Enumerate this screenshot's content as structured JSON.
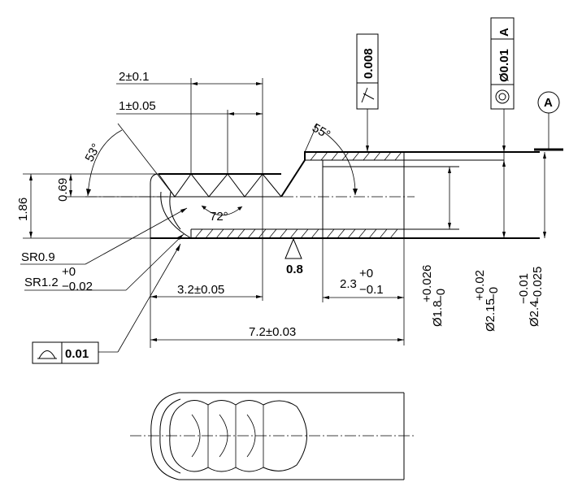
{
  "dimensions": {
    "pitch2": "2±0.1",
    "pitch1": "1±0.05",
    "angle53": "53°",
    "angle55": "55°",
    "angle72": "72°",
    "h186": "1.86",
    "h069": "0.69",
    "len32": "3.2±0.05",
    "len72": "7.2±0.03",
    "len23_base": "2.3",
    "len23_up": "+0",
    "len23_low": "−0.1",
    "sr09": "SR0.9",
    "sr12_base": "SR1.2",
    "sr12_up": "+0",
    "sr12_low": "−0.02",
    "d18_base": "Ø1.8",
    "d18_up": "+0.026",
    "d18_low": "−0",
    "d215_base": "Ø2.15",
    "d215_up": "+0.02",
    "d215_low": "−0",
    "d24_base": "Ø2.4",
    "d24_up": "−0.01",
    "d24_low": "−0.025"
  },
  "tolerances": {
    "runout": "0.008",
    "concentricity": "Ø0.01",
    "concentricity_datum": "A",
    "profile": "0.01",
    "datum": "A",
    "roughness": "0.8"
  }
}
